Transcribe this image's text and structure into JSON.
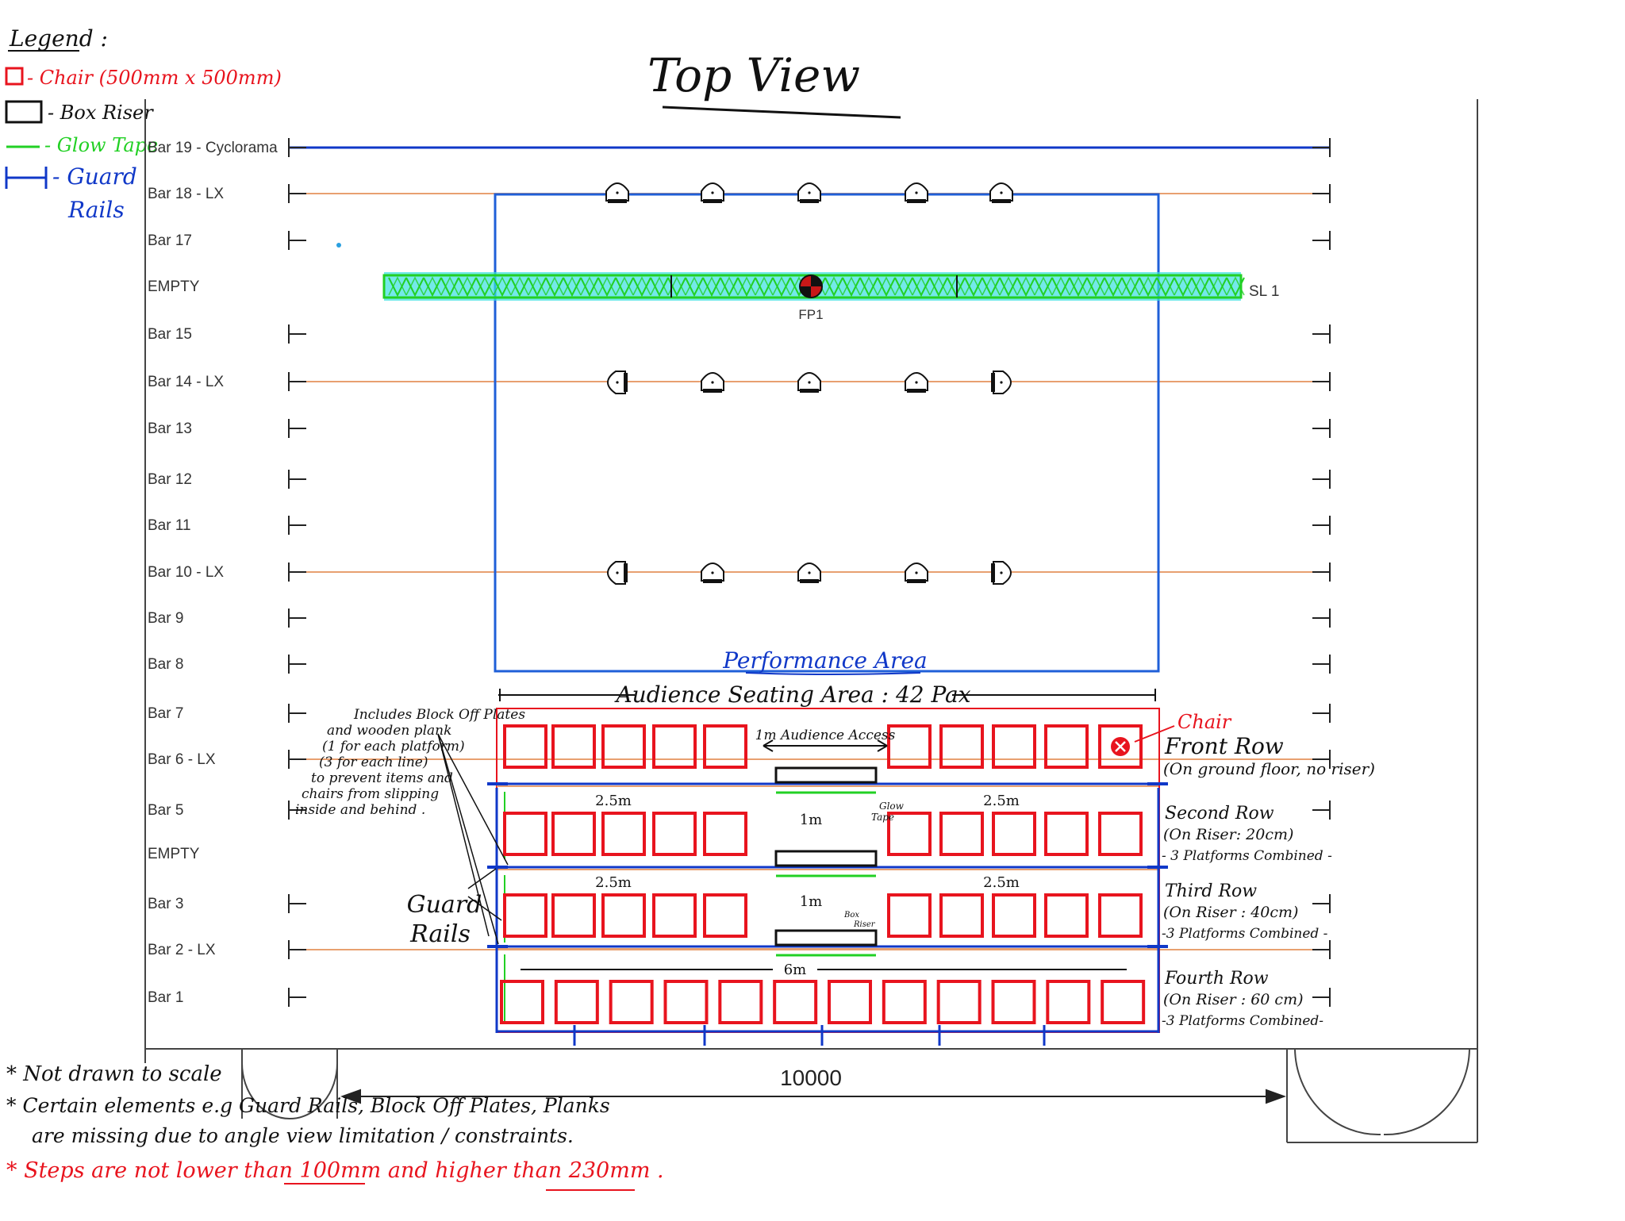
{
  "title": "Top View",
  "legend": {
    "heading": "Legend :",
    "chair": "- Chair (500mm x 500mm)",
    "box_riser": "- Box Riser",
    "glow_tape": "- Glow Tape",
    "guard_rails_1": "- Guard",
    "guard_rails_2": "Rails"
  },
  "bars": [
    {
      "label": "Bar 19 - Cyclorama",
      "type": "cyclorama"
    },
    {
      "label": "Bar 18 - LX",
      "type": "lx"
    },
    {
      "label": "Bar 17",
      "type": "plain"
    },
    {
      "label": "EMPTY",
      "type": "empty"
    },
    {
      "label": "Bar 15",
      "type": "plain"
    },
    {
      "label": "Bar 14 - LX",
      "type": "lx"
    },
    {
      "label": "Bar 13",
      "type": "plain"
    },
    {
      "label": "Bar 12",
      "type": "plain"
    },
    {
      "label": "Bar 11",
      "type": "plain"
    },
    {
      "label": "Bar 10 - LX",
      "type": "lx"
    },
    {
      "label": "Bar 9",
      "type": "plain"
    },
    {
      "label": "Bar 8",
      "type": "plain"
    },
    {
      "label": "Bar 7",
      "type": "plain"
    },
    {
      "label": "Bar 6 - LX",
      "type": "lx"
    },
    {
      "label": "Bar 5",
      "type": "plain"
    },
    {
      "label": "EMPTY",
      "type": "empty"
    },
    {
      "label": "Bar 3",
      "type": "plain"
    },
    {
      "label": "Bar 2 - LX",
      "type": "lx"
    },
    {
      "label": "Bar 1",
      "type": "plain"
    }
  ],
  "truss": {
    "label": "SL 1",
    "fixture": "FP1"
  },
  "performance_area": "Performance Area",
  "audience_area": "Audience Seating Area : 42 Pax",
  "access_label": "1m Audience Access",
  "annotations": {
    "block_off": [
      "Includes Block Off Plates",
      "and wooden plank",
      "(1 for each platform)",
      "(3 for each line)",
      "to prevent items and",
      "chairs from slipping",
      "inside and behind ."
    ],
    "guard_rails": [
      "Guard",
      "Rails"
    ],
    "glow_tape": [
      "Glow",
      "Tape"
    ],
    "box_riser": [
      "Box",
      "Riser"
    ],
    "chair": "Chair"
  },
  "rows": [
    {
      "name": "Front Row",
      "detail": "(On ground floor, no riser)",
      "platforms": "",
      "left_chairs": 5,
      "right_chairs": 5,
      "left_width": "",
      "mid_width": "",
      "right_width": ""
    },
    {
      "name": "Second Row",
      "detail": "(On Riser: 20cm)",
      "platforms": "- 3 Platforms Combined -",
      "left_chairs": 5,
      "right_chairs": 5,
      "left_width": "2.5m",
      "mid_width": "1m",
      "right_width": "2.5m"
    },
    {
      "name": "Third Row",
      "detail": "(On Riser : 40cm)",
      "platforms": "-3 Platforms Combined -",
      "left_chairs": 5,
      "right_chairs": 5,
      "left_width": "2.5m",
      "mid_width": "1m",
      "right_width": "2.5m"
    },
    {
      "name": "Fourth Row",
      "detail": "(On Riser : 60 cm)",
      "platforms": "-3 Platforms Combined-",
      "left_chairs": 12,
      "right_chairs": 0,
      "left_width": "6m",
      "mid_width": "",
      "right_width": ""
    }
  ],
  "room_width": "10000",
  "notes": [
    {
      "text": "* Not drawn to scale",
      "color": "#111111"
    },
    {
      "text": "* Certain elements e.g Guard Rails, Block Off Plates, Planks",
      "color": "#111111"
    },
    {
      "text": "are missing due to angle view limitation / constraints.",
      "color": "#111111"
    },
    {
      "text": "* Steps are not lower than 100mm and higher than 230mm .",
      "color": "#e8141e"
    }
  ],
  "colors": {
    "chair": "#e8141e",
    "rail": "#1038c8",
    "glow": "#22d024",
    "bar": "#e8a070",
    "truss": "#20e090",
    "ink": "#111111"
  }
}
